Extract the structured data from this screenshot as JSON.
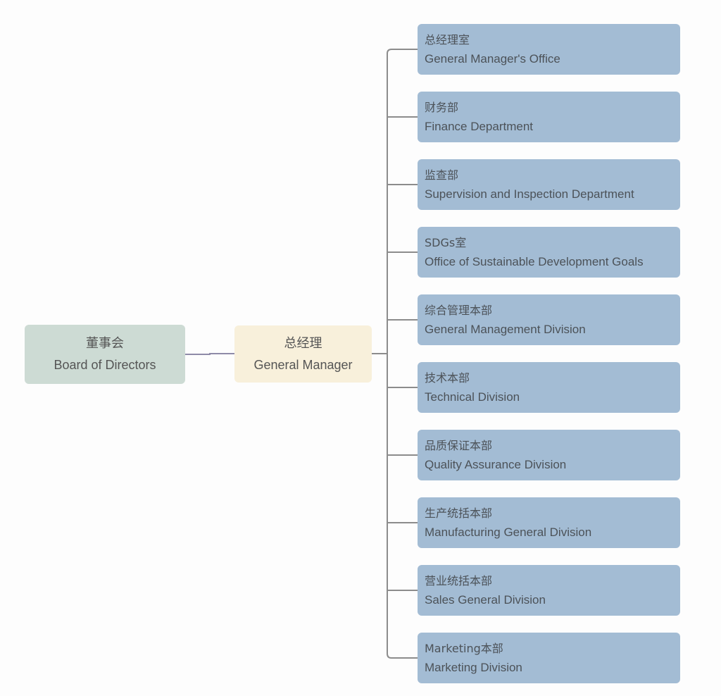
{
  "board": {
    "zh": "董事会",
    "en": "Board of Directors"
  },
  "general_manager": {
    "zh": "总经理",
    "en": "General Manager"
  },
  "departments": [
    {
      "zh": "总经理室",
      "en": "General Manager's Office"
    },
    {
      "zh": "财务部",
      "en": "Finance Department"
    },
    {
      "zh": "监查部",
      "en": "Supervision and Inspection Department"
    },
    {
      "zh": "SDGs室",
      "en": "Office of Sustainable Development Goals"
    },
    {
      "zh": "综合管理本部",
      "en": "General Management Division"
    },
    {
      "zh": "技术本部",
      "en": "Technical Division"
    },
    {
      "zh": "品质保证本部",
      "en": "Quality Assurance Division"
    },
    {
      "zh": "生产统括本部",
      "en": "Manufacturing General Division"
    },
    {
      "zh": "营业统括本部",
      "en": "Sales General Division"
    },
    {
      "zh": "Marketing本部",
      "en": "Marketing Division"
    }
  ],
  "colors": {
    "board_fill": "#cddbd4",
    "gm_fill": "#f8f0db",
    "department_fill": "#a3bcd4",
    "board_link": "#8f8ba8",
    "tree_link": "#8c8c8c"
  }
}
